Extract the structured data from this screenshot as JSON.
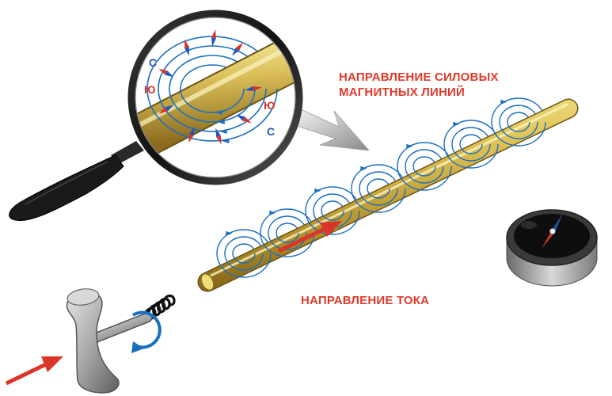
{
  "labels": {
    "field_direction_line1": "НАПРАВЛЕНИЕ СИЛОВЫХ",
    "field_direction_line2": "МАГНИТНЫХ ЛИНИЙ",
    "current_direction": "НАПРАВЛЕНИЕ ТОКА"
  },
  "poles": {
    "north_left": "С",
    "south_left": "Ю",
    "south_right": "Ю",
    "north_right": "С"
  },
  "colors": {
    "label_red": "#e03a2a",
    "field_blue": "#1a6fc0",
    "pole_red": "#d8362a",
    "pole_blue": "#2456b8",
    "wire_gold": "#d8b94a"
  },
  "icons": [
    "magnifying-glass-icon",
    "compass-icon",
    "corkscrew-icon",
    "current-arrow-icon"
  ]
}
